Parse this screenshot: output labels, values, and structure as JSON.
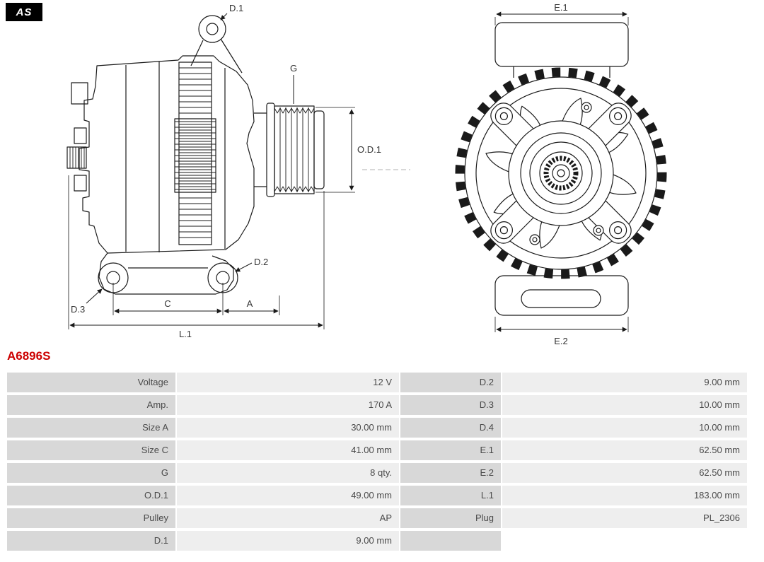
{
  "logo": {
    "text": "AS"
  },
  "part_number": "A6896S",
  "diagram": {
    "labels": {
      "d1": "D.1",
      "g": "G",
      "od1": "O.D.1",
      "d2": "D.2",
      "d3": "D.3",
      "c": "C",
      "a": "A",
      "l1": "L.1",
      "e1": "E.1",
      "e2": "E.2"
    }
  },
  "spec_table": {
    "rows": [
      {
        "label_left": "Voltage",
        "value_left": "12 V",
        "label_right": "D.2",
        "value_right": "9.00 mm"
      },
      {
        "label_left": "Amp.",
        "value_left": "170 A",
        "label_right": "D.3",
        "value_right": "10.00 mm"
      },
      {
        "label_left": "Size A",
        "value_left": "30.00 mm",
        "label_right": "D.4",
        "value_right": "10.00 mm"
      },
      {
        "label_left": "Size C",
        "value_left": "41.00 mm",
        "label_right": "E.1",
        "value_right": "62.50 mm"
      },
      {
        "label_left": "G",
        "value_left": "8 qty.",
        "label_right": "E.2",
        "value_right": "62.50 mm"
      },
      {
        "label_left": "O.D.1",
        "value_left": "49.00 mm",
        "label_right": "L.1",
        "value_right": "183.00 mm"
      },
      {
        "label_left": "Pulley",
        "value_left": "AP",
        "label_right": "Plug",
        "value_right": "PL_2306"
      },
      {
        "label_left": "D.1",
        "value_left": "9.00 mm",
        "label_right": "",
        "value_right": ""
      }
    ]
  },
  "colors": {
    "part_number_red": "#cc0000",
    "label_cell_bg": "#d8d8d8",
    "value_cell_bg": "#eeeeee",
    "line_color": "#1a1a1a",
    "text_color": "#4a4a4a"
  }
}
